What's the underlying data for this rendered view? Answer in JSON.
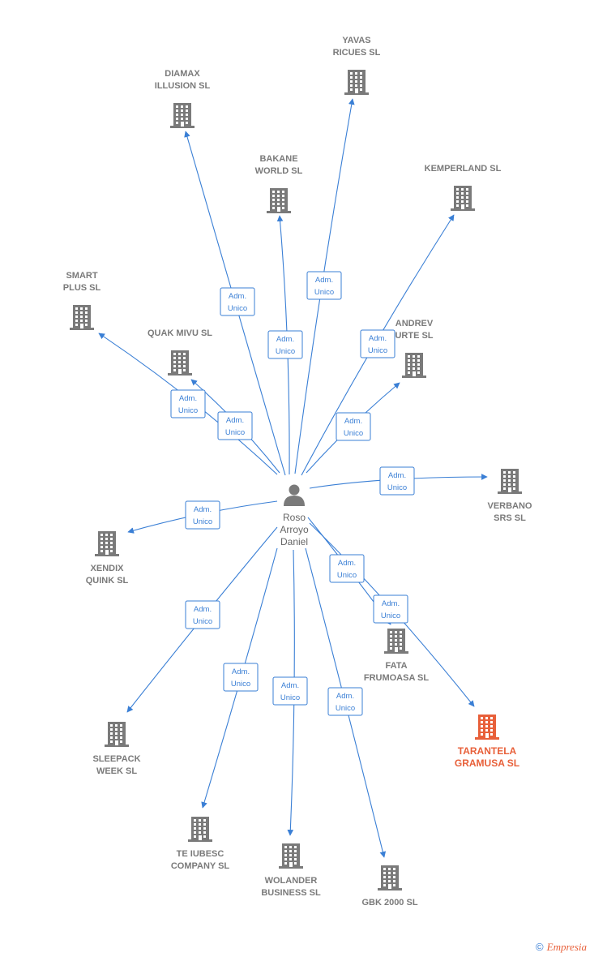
{
  "person": {
    "name_lines": [
      "Roso",
      "Arroyo",
      "Daniel"
    ]
  },
  "relation_label_lines": [
    "Adm.",
    "Unico"
  ],
  "colors": {
    "edge": "#3a7fd5",
    "company_icon": "#7a7a7a",
    "highlight": "#e8603a"
  },
  "companies": [
    {
      "id": "diamax-illusion",
      "label_lines": [
        "DIAMAX",
        "ILLUSION SL"
      ],
      "highlight": false
    },
    {
      "id": "yavas-ricues",
      "label_lines": [
        "YAVAS",
        "RICUES  SL"
      ],
      "highlight": false
    },
    {
      "id": "bakane-world",
      "label_lines": [
        "BAKANE",
        "WORLD SL"
      ],
      "highlight": false
    },
    {
      "id": "kemperland",
      "label_lines": [
        "KEMPERLAND SL"
      ],
      "highlight": false
    },
    {
      "id": "smart-plus",
      "label_lines": [
        "SMART",
        "PLUS SL"
      ],
      "highlight": false
    },
    {
      "id": "quak-mivu",
      "label_lines": [
        "QUAK MIVU  SL"
      ],
      "highlight": false
    },
    {
      "id": "andrev-urte",
      "label_lines": [
        "ANDREV",
        "URTE  SL"
      ],
      "highlight": false
    },
    {
      "id": "verbano-srs",
      "label_lines": [
        "VERBANO",
        "SRS SL"
      ],
      "highlight": false
    },
    {
      "id": "xendix-quink",
      "label_lines": [
        "XENDIX",
        "QUINK  SL"
      ],
      "highlight": false
    },
    {
      "id": "fata-frumoasa",
      "label_lines": [
        "FATA",
        "FRUMOASA SL"
      ],
      "highlight": false
    },
    {
      "id": "tarantela-gramusa",
      "label_lines": [
        "TARANTELA",
        "GRAMUSA  SL"
      ],
      "highlight": true
    },
    {
      "id": "sleepack-week",
      "label_lines": [
        "SLEEPACK",
        "WEEK  SL"
      ],
      "highlight": false
    },
    {
      "id": "te-iubesc-company",
      "label_lines": [
        "TE IUBESC",
        "COMPANY SL"
      ],
      "highlight": false
    },
    {
      "id": "wolander-business",
      "label_lines": [
        "WOLANDER",
        "BUSINESS SL"
      ],
      "highlight": false
    },
    {
      "id": "gbk-2000",
      "label_lines": [
        "GBK 2000  SL"
      ],
      "highlight": false
    }
  ],
  "footer": {
    "copyright_symbol": "©",
    "brand": "Empresia"
  }
}
